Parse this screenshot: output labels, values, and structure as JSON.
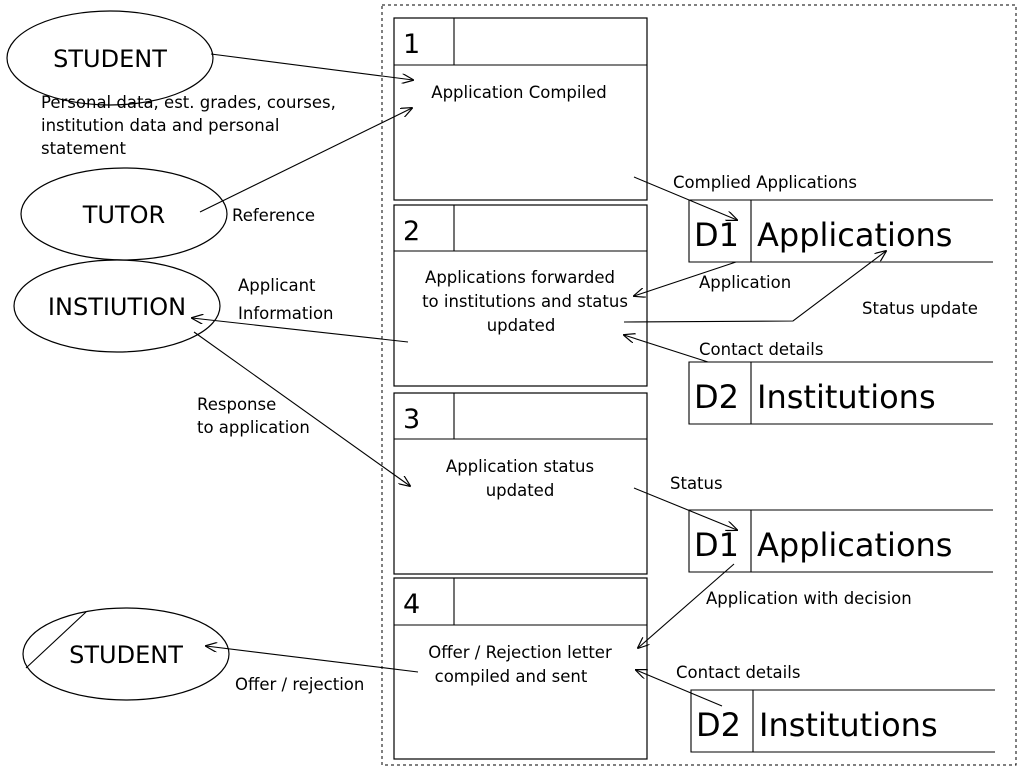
{
  "entities": {
    "student_top": "STUDENT",
    "tutor": "TUTOR",
    "institution": "INSTIUTION",
    "student_bottom": "STUDENT"
  },
  "processes": [
    {
      "number": "1",
      "lines": [
        "Application Compiled"
      ]
    },
    {
      "number": "2",
      "lines": [
        "Applications forwarded",
        "to institutions and status",
        "updated"
      ]
    },
    {
      "number": "3",
      "lines": [
        "Application status",
        "updated"
      ]
    },
    {
      "number": "4",
      "lines": [
        "Offer / Rejection letter",
        "compiled and sent"
      ]
    }
  ],
  "stores": [
    {
      "id": "D1",
      "name": "Applications"
    },
    {
      "id": "D2",
      "name": "Institutions"
    },
    {
      "id": "D1",
      "name": "Applications"
    },
    {
      "id": "D2",
      "name": "Institutions"
    }
  ],
  "flows": {
    "student_data": [
      "Personal data, est. grades, courses,",
      "institution data and personal",
      "statement"
    ],
    "reference": "Reference",
    "complied_applications": "Complied Applications",
    "application": "Application",
    "applicant_information": [
      "Applicant",
      "Information"
    ],
    "status_update": "Status update",
    "contact_details_1": "Contact details",
    "response": [
      "Response",
      "to application"
    ],
    "status": "Status",
    "application_with_decision": "Application with decision",
    "contact_details_2": "Contact details",
    "offer_rejection": "Offer / rejection"
  }
}
